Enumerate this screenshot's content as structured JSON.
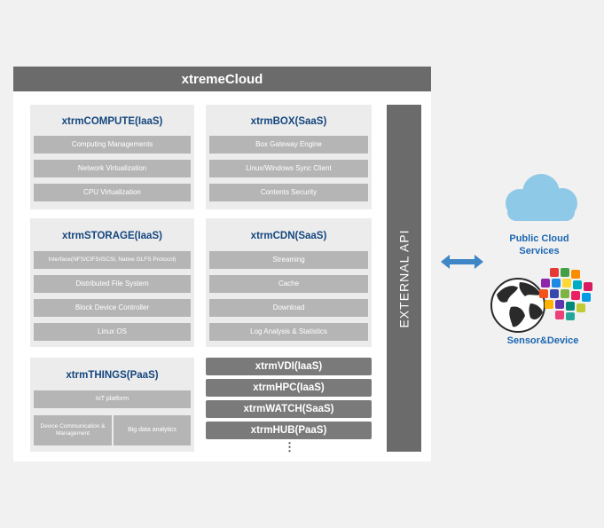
{
  "title": "xtremeCloud",
  "external_api": "EXTERNAL API",
  "compute": {
    "title": "xtrmCOMPUTE(IaaS)",
    "items": [
      "Computing Managements",
      "Network Virtualization",
      "CPU Virtualization"
    ]
  },
  "box": {
    "title": "xtrmBOX(SaaS)",
    "items": [
      "Box Gateway Engine",
      "Linux/Windows Sync Client",
      "Contents Security"
    ]
  },
  "storage": {
    "title": "xtrmSTORAGE(IaaS)",
    "items": [
      "Interface(NFS/CIFS/iSCSi, Native GLFS Protocol)",
      "Distributed File System",
      "Block Device Controller",
      "Linux OS"
    ]
  },
  "cdn": {
    "title": "xtrmCDN(SaaS)",
    "items": [
      "Streaming",
      "Cache",
      "Download",
      "Log Analysis & Statistics"
    ]
  },
  "things": {
    "title": "xtrmTHINGS(PaaS)",
    "platform": "IoT platform",
    "left": "Device Communication & Management",
    "right": "Big data analytics"
  },
  "others": [
    "xtrmVDI(IaaS)",
    "xtrmHPC(IaaS)",
    "xtrmWATCH(SaaS)",
    "xtrmHUB(PaaS)"
  ],
  "more": "⋮",
  "public_cloud": "Public Cloud Services",
  "sensor_device": "Sensor&Device",
  "icons": {
    "cloud": "cloud-icon",
    "arrow": "double-arrow-icon",
    "globe": "globe-icon",
    "apps": "app-icons-cluster"
  },
  "colors": {
    "title_bar": "#6b6b6b",
    "card_bg": "#ececec",
    "card_title": "#14467e",
    "bar": "#b5b5b5",
    "dark_bar": "#7a7a7a",
    "accent": "#1b66b1",
    "cloud": "#8fc9e8",
    "arrow": "#3f86c6"
  }
}
